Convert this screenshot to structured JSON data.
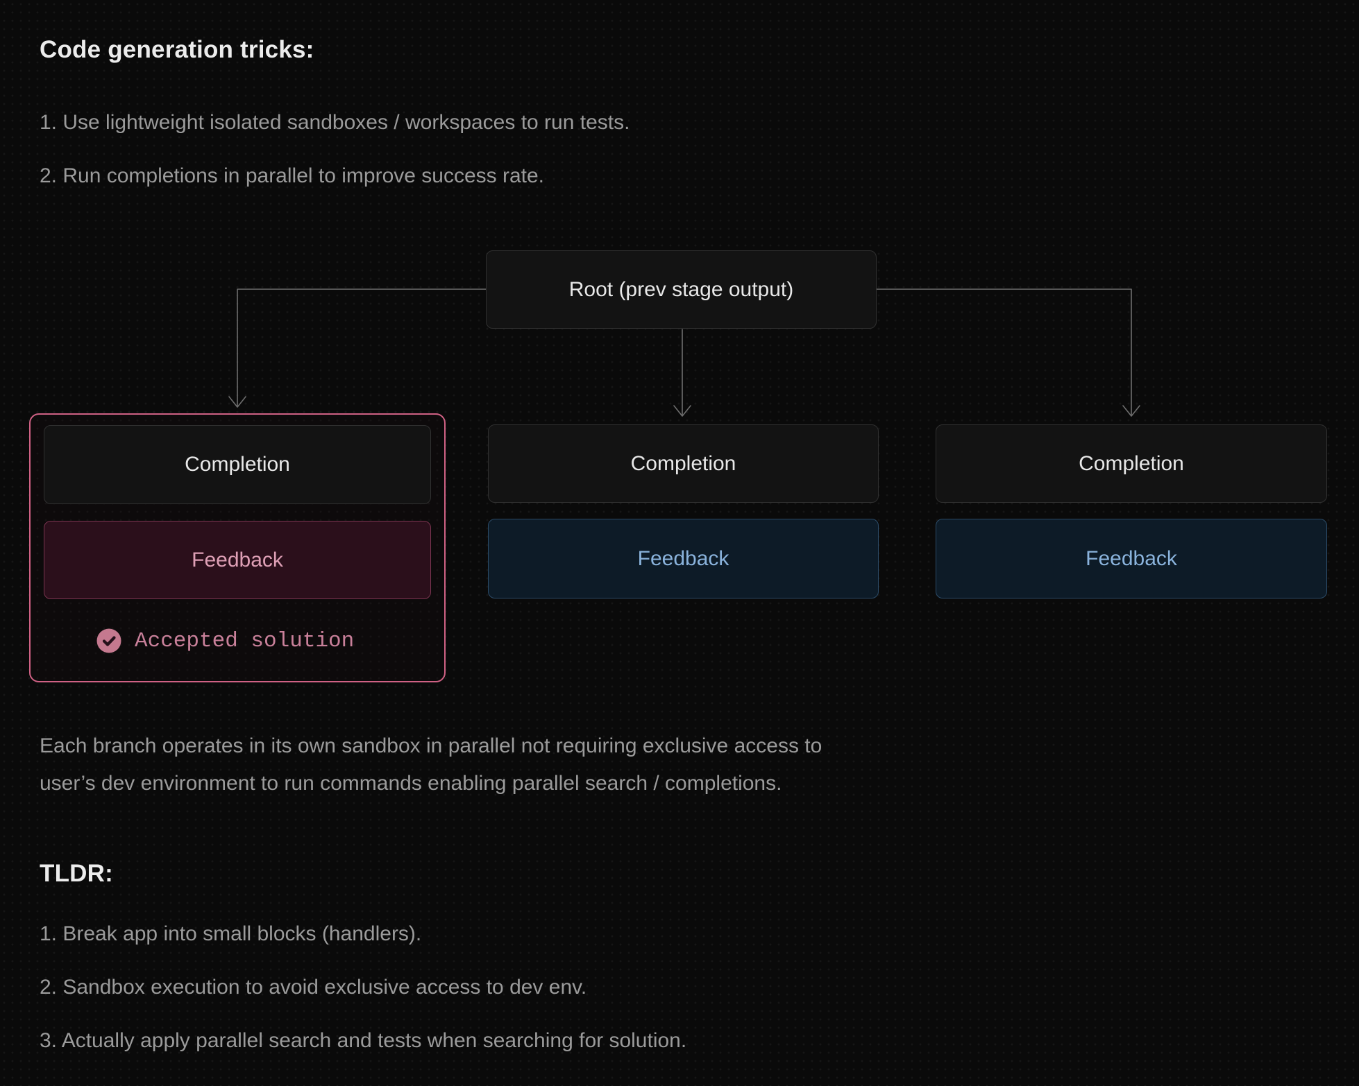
{
  "colors": {
    "background": "#0a0a0a",
    "node_fill": "#131313",
    "node_border": "#303030",
    "text_primary": "#ececec",
    "text_secondary": "#9b9b9b",
    "pink_accent": "#cf6184",
    "pink_node_fill": "#2b0f1b",
    "pink_node_border": "#7a3550",
    "pink_node_text": "#dfa0b6",
    "accepted_text": "#c9809a",
    "blue_node_fill": "#0d1b27",
    "blue_node_border": "#2c4c69",
    "blue_node_text": "#8ab3dc",
    "connector": "#6e6e6e"
  },
  "header": {
    "title": "Code generation tricks:",
    "items": [
      "1. Use lightweight isolated sandboxes / workspaces to run tests.",
      "2. Run completions in parallel to improve success rate."
    ]
  },
  "diagram": {
    "root_label": "Root (prev stage output)",
    "branches": [
      {
        "completion_label": "Completion",
        "feedback_label": "Feedback",
        "accepted_label": "Accepted solution",
        "highlighted": true
      },
      {
        "completion_label": "Completion",
        "feedback_label": "Feedback"
      },
      {
        "completion_label": "Completion",
        "feedback_label": "Feedback"
      }
    ]
  },
  "note": {
    "lines": [
      "Each branch operates in its own sandbox in parallel not requiring exclusive access to",
      "user’s dev environment to run commands enabling parallel search / completions."
    ]
  },
  "tldr": {
    "title": "TLDR:",
    "items": [
      "1. Break app into small blocks (handlers).",
      "2. Sandbox execution to avoid exclusive access to dev env.",
      "3. Actually apply parallel search and tests when searching for solution."
    ]
  }
}
